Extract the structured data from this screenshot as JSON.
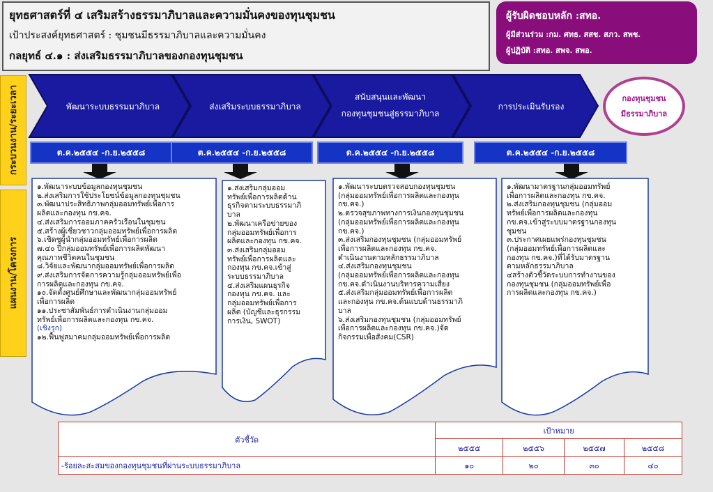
{
  "header": {
    "title": "ยุทธศาสตร์ที่ ๔ เสริมสร้างธรรมาภิบาลและความมั่นคงของทุนชุมชน",
    "goal": "เป้าประสงค์ยุทธศาสตร์ : ชุมชนมีธรรมาภิบาลและความมั่นคง",
    "strategy": "กลยุทธ์ ๔.๑ :   ส่งเสริมธรรมาภิบาลของกองทุนชุมชน"
  },
  "responsibility": {
    "main": "ผู้รับผิดชอบหลัก :สทอ.",
    "participants": "ผู้มีส่วนร่วม :กม. ศทธ. สสช. สภว. สพช.",
    "operators": "ผู้ปฏิบัติ :สทอ. สพจ. สพอ."
  },
  "side_labels": {
    "process": "กระบวนงาน/ระยะเวลา",
    "plan": "แผนงาน/โครงการ"
  },
  "process_steps": [
    {
      "lines": [
        "พัฒนาระบบธรรมมาภิบาล"
      ]
    },
    {
      "lines": [
        "ส่งเสริมระบบธรรมาภิบาล"
      ]
    },
    {
      "lines": [
        "สนับสนุนและพัฒนา",
        "กองทุนชุมชนสู่ธรรมาภิบาล"
      ]
    },
    {
      "lines": [
        "การประเมินรับรอง"
      ]
    }
  ],
  "goal_oval": {
    "line1": "กองทุนชุมชน",
    "line2": "มีธรรมาภิบาล"
  },
  "periods": [
    "ต.ค.๒๕๕๔ -ก.ย.๒๕๕๘",
    "ต.ค.๒๕๕๔ -ก.ย.๒๕๕๘",
    "ต.ค.๒๕๕๔ -ก.ย.๒๕๕๘",
    "ต.ค.๒๕๕๔ -ก.ย.๒๕๕๘"
  ],
  "activities": [
    {
      "lines": [
        "๑.พัฒนาระบบข้อมูลกองทุนชุมชน",
        "๒.ส่งเสริมการใช้ประโยชน์ข้อมูลกองทุนชุมชน",
        "๓.พัฒนาประสิทธิภาพกลุ่มออมทรัพย์เพื่อการ",
        "ผลิตและกองทุน กข.คจ.",
        "๔.ส่งเสริมการออมภาคครัวเรือนในชุมชน",
        "๕.สร้างผู้เชี่ยวชาวกลุ่มออมทรัพย์เพื่อการผลิต",
        "๖.เชิดชูผู้นำกลุ่มออมทรัพย์เพื่อการผลิต",
        "๗.๔๐ ปีกลุ่มออมทรัพย์เพื่อการผลิตพัฒนา",
        "คุณภาพชีวิตคนในชุมชน",
        "๘.วิจัยและพัฒนากลุ่มออมทรัพย์เพื่อการผลิต",
        "๙.ส่งเสริมการจัดการความรู้กลุ่มออมทรัพย์เพื่อ",
        "การผลิตและกองทุน กข.คจ.",
        "๑๐.จัดตั้งศูนย์ศึกษาและพัฒนากลุ่มออมทรัพย์",
        "เพื่อการผลิต",
        "๑๑.ประชาสัมพันธ์การดำเนินงานกลุ่มออม",
        "ทรัพย์เพื่อการผลิตและกองทุน กข.คจ.",
        "(เชิงรุก)",
        "๑๒.ฟื้นฟูสมาคมกลุ่มออมทรัพย์เพื่อการผลิต"
      ]
    },
    {
      "lines": [
        "๑.ส่งเสริมกลุ่มออม",
        "ทรัพย์เพื่อการผลิตด้าน",
        "ธุรกิจตามระบบธรรมาภิ",
        "บาล",
        "๒.พัฒนาเครือข่ายของ",
        "กลุ่มออมทรัพย์เพื่อการ",
        "ผลิตและกองทุน กข.คจ.",
        "๓.ส่งเสริมกลุ่มออม",
        "ทรัพย์เพื่อการผลิตและ",
        "กองทุน กข.คจ.เข้าสู่",
        "ระบบธรรมาภิบาล",
        "๔.ส่งเสริมแผนธุรกิจ",
        "กองทุน กข.คจ. และ",
        "กลุ่มออมทรัพย์เพื่อการ",
        "ผลิต (บัญชีและธุรกรรม",
        "การเงิน, SWOT)"
      ]
    },
    {
      "lines": [
        "๑.พัฒนาระบบตรวจสอบกองทุนชุมชน",
        "(กลุ่มออมทรัพย์เพื่อการผลิตและกองทุน",
        "กข.คจ.)",
        "๒.ตรวจสุขภาพทางการเงินกองทุนชุมชน",
        "(กลุ่มออมทรัพย์เพื่อการผลิตและกองทุน",
        "กข.คจ.)",
        "๓.ส่งเสริมกองทุนชุมชน (กลุ่มออมทรัพย์",
        "เพื่อการผลิตและกองทุน กข.คจ.",
        "ดำเนินงานตามหลักธรรมาภิบาล",
        "๔.ส่งเสริมกองทุนชุมชน",
        "(กลุ่มออมทรัพย์เพื่อการผลิตและกองทุน",
        "กข.คจ.ดำเนินงานบริหารความเสี่ยง",
        "๕.ส่งเสริมกลุ่มออมทรัพย์เพื่อการผลิต",
        "และกองทุน กข.คจ.ต้นแบบด้านธรรมาภิ",
        "บาล",
        "๖.ส่งเสริมกองทุนชุมชน (กลุ่มออมทรัพย์",
        "เพื่อการผลิตและกองทุน กข.คจ.)จัด",
        "กิจกรรมเพื่อสังคม(CSR)"
      ]
    },
    {
      "lines": [
        "๑.พัฒนามาตรฐานกลุ่มออมทรัพย์",
        "เพื่อการผลิตและกองทุน กข.คจ.",
        "๒.ส่งเสริมกองทุนชุมชน (กลุ่มออม",
        "ทรัพย์เพื่อการผลิตและกองทุน",
        "กข.คจ.เข้าสู่ระบบมาตรฐานกองทุน",
        "ชุมชน",
        "๓.ประกาศเผยแพร่กองทุนชุมชน",
        "(กลุ่มออมทรัพย์เพื่อการผลิตและ",
        "กองทุน กข.คจ.)ที่ได้รับมาตรฐาน",
        "ตามหลักธรรมาภิบาล",
        "๔สร้างตัวชี้วัดระบบการทำงานของ",
        "กองทุนชุมชน (กลุ่มออมทรัพย์เพื่อ",
        "การผลิตและกองทุน กข.คจ.)"
      ]
    }
  ],
  "indicator_table": {
    "header_label": "ตัวชี้วัด",
    "target_label": "เป้าหมาย",
    "years": [
      "๒๕๕๕",
      "๒๕๕๖",
      "๒๕๕๗",
      "๒๕๕๘"
    ],
    "rows": [
      {
        "label": "-ร้อยละสะสมของกองทุนชุมชนที่ผ่านระบบธรรมาภิบาล",
        "values": [
          "๑๐",
          "๒๐",
          "๓๐",
          "๔๐"
        ]
      }
    ]
  },
  "colors": {
    "chevron": "#1a1aa0",
    "datebar": "#1533c4",
    "side_label": "#ffd11a",
    "responsibility": "#8a0d7c",
    "oval_border": "#b0408f",
    "table_border": "#c4362e"
  }
}
